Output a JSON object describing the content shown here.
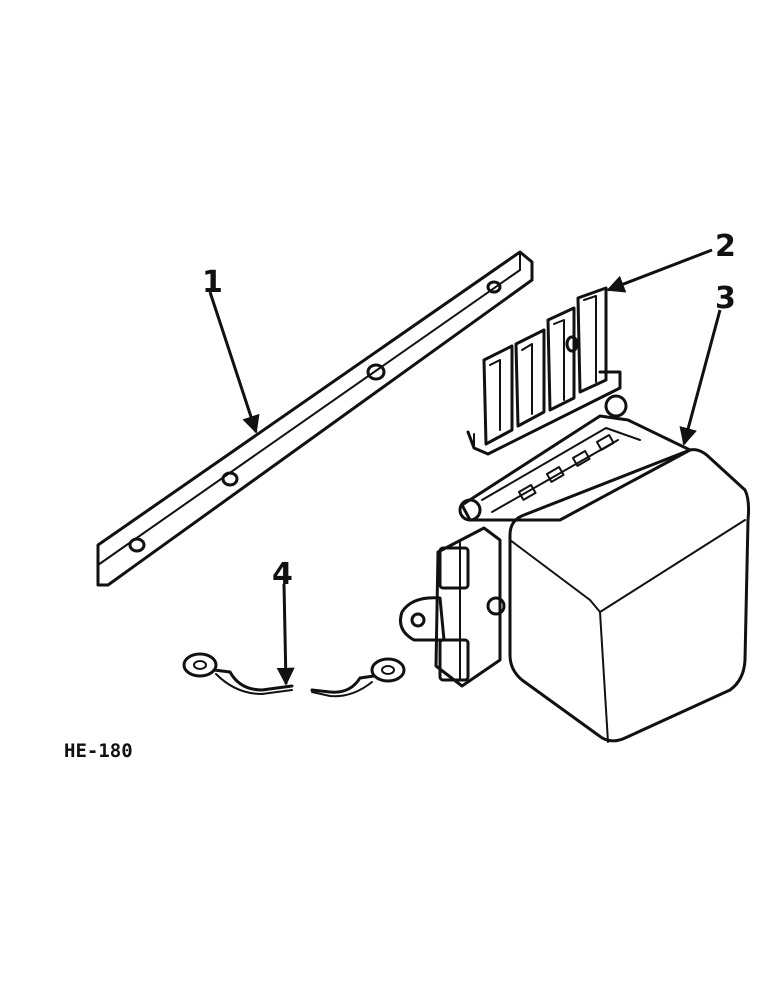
{
  "figure": {
    "code": "HE-180",
    "callouts": [
      {
        "id": "1",
        "label": "1"
      },
      {
        "id": "2",
        "label": "2"
      },
      {
        "id": "3",
        "label": "3"
      },
      {
        "id": "4",
        "label": "4"
      }
    ]
  }
}
